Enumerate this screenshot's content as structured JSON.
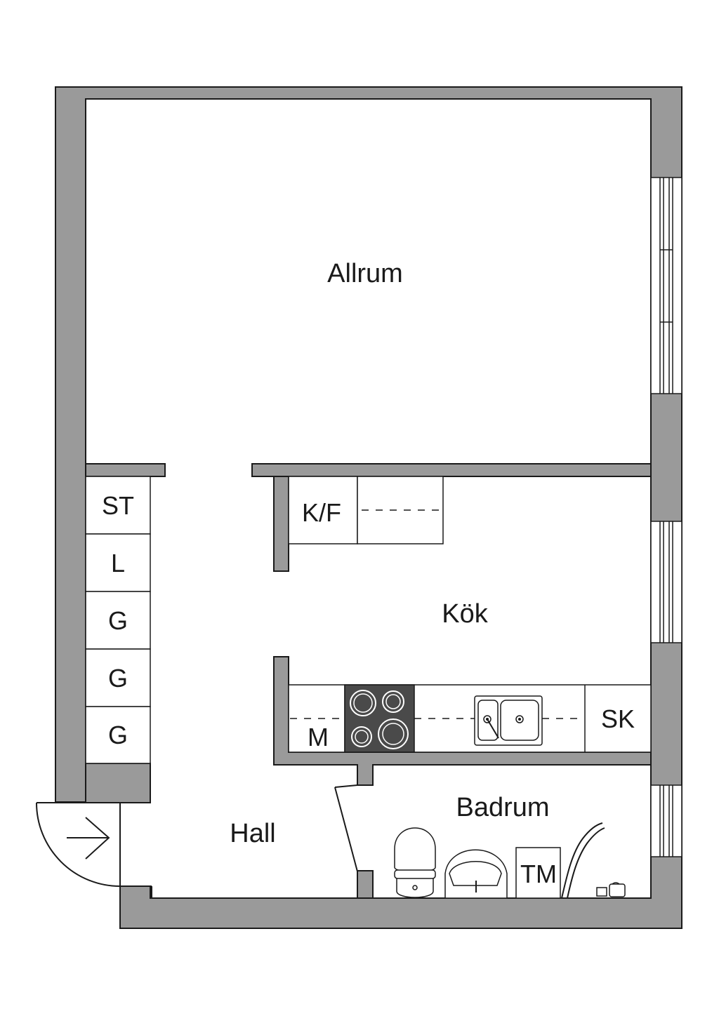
{
  "rooms": {
    "allrum": "Allrum",
    "kok": "Kök",
    "hall": "Hall",
    "badrum": "Badrum"
  },
  "fixtures": {
    "st": "ST",
    "l": "L",
    "g1": "G",
    "g2": "G",
    "g3": "G",
    "kf": "K/F",
    "m": "M",
    "sk": "SK",
    "tm": "TM"
  },
  "colors": {
    "wall": "#9a9a9a",
    "line": "#1a1a1a",
    "hob": "#4a4a4a",
    "background": "#ffffff"
  }
}
